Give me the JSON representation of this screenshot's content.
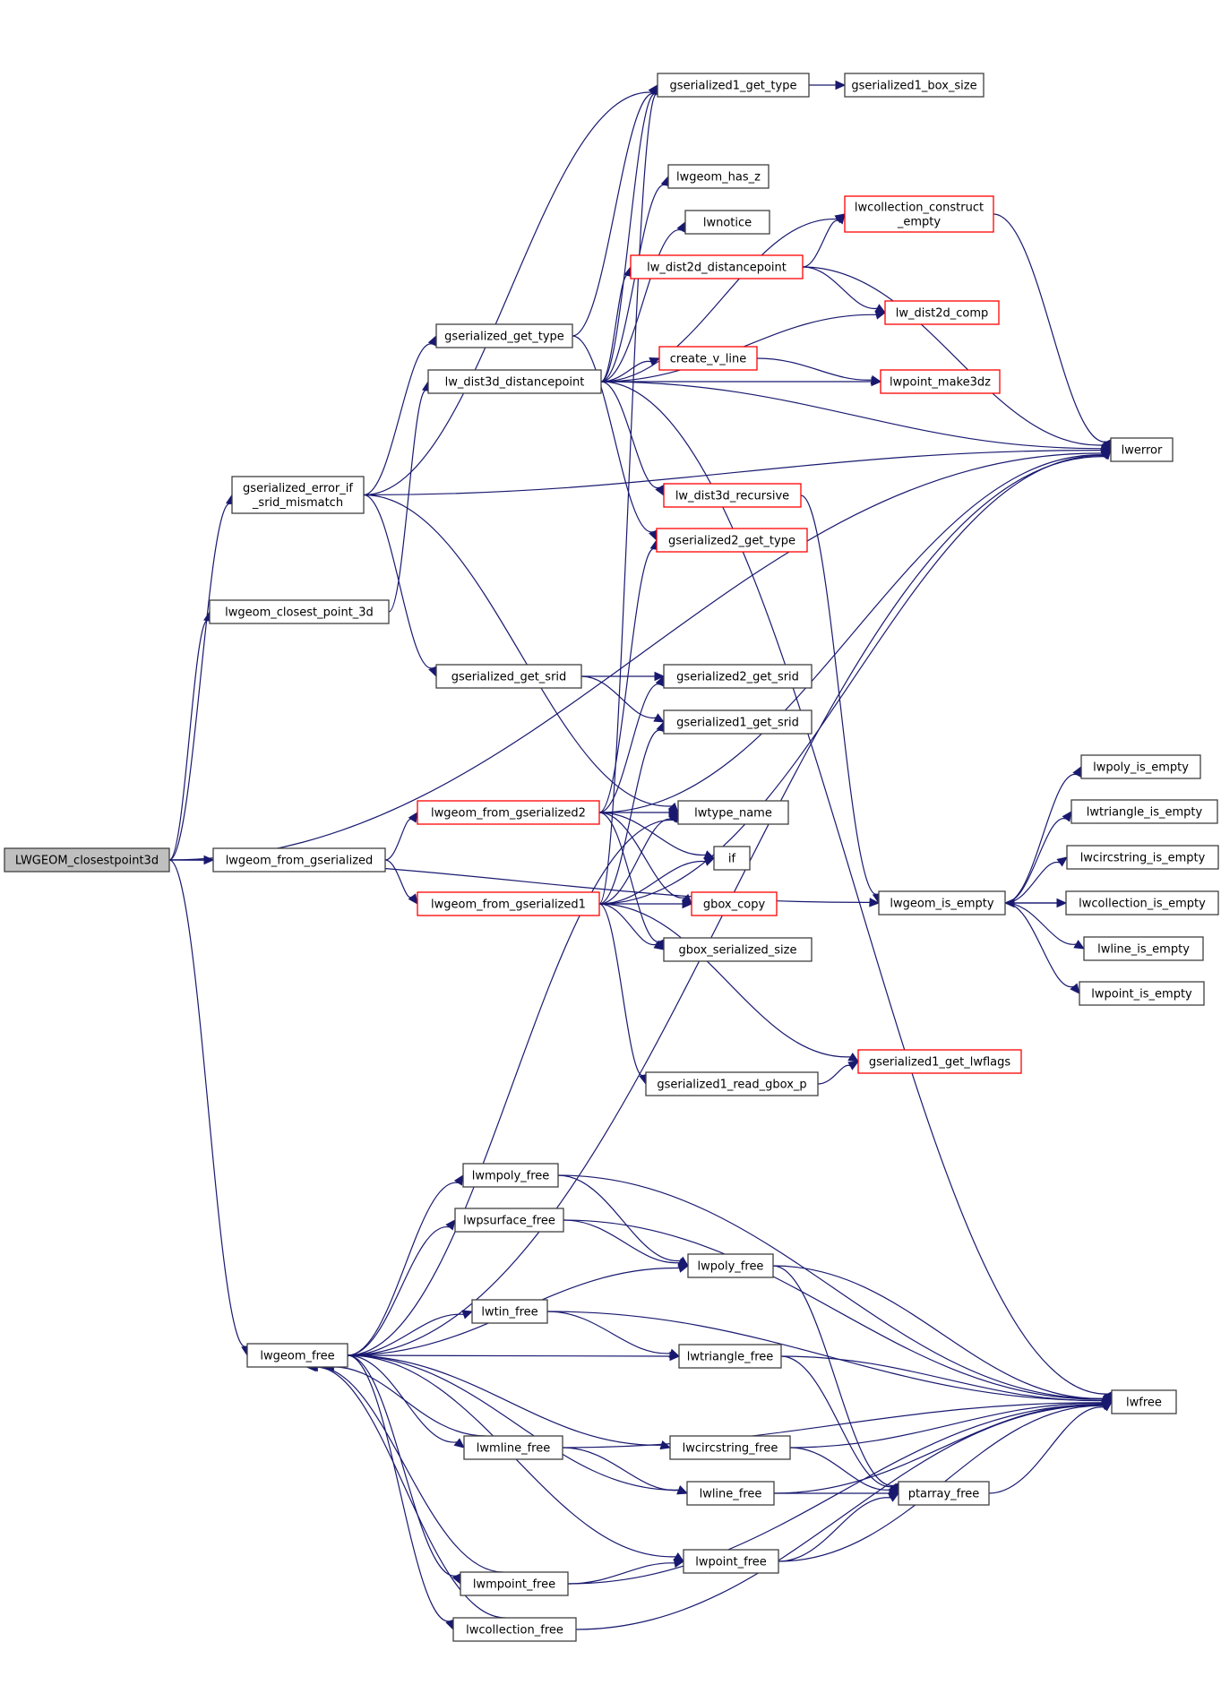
{
  "diagram": {
    "type": "call-graph",
    "colors": {
      "edge": "#191970",
      "node_border": "#404040",
      "incomplete_node_border": "#ff0000",
      "root_fill": "#bfbfbf",
      "node_fill": "#ffffff"
    },
    "nodes": [
      {
        "id": "root",
        "label": [
          "LWGEOM_closestpoint3d"
        ],
        "style": "root"
      },
      {
        "id": "gerr",
        "label": [
          "gserialized_error_if",
          "_srid_mismatch"
        ],
        "style": "normal"
      },
      {
        "id": "lcp3d",
        "label": [
          "lwgeom_closest_point_3d"
        ],
        "style": "normal"
      },
      {
        "id": "lfg",
        "label": [
          "lwgeom_from_gserialized"
        ],
        "style": "normal"
      },
      {
        "id": "lfree",
        "label": [
          "lwgeom_free"
        ],
        "style": "normal"
      },
      {
        "id": "g1type",
        "label": [
          "gserialized1_get_type"
        ],
        "style": "normal"
      },
      {
        "id": "g1box",
        "label": [
          "gserialized1_box_size"
        ],
        "style": "normal"
      },
      {
        "id": "hasz",
        "label": [
          "lwgeom_has_z"
        ],
        "style": "normal"
      },
      {
        "id": "lwnotice",
        "label": [
          "lwnotice"
        ],
        "style": "normal"
      },
      {
        "id": "lcce",
        "label": [
          "lwcollection_construct",
          "_empty"
        ],
        "style": "red"
      },
      {
        "id": "ld2dp",
        "label": [
          "lw_dist2d_distancepoint"
        ],
        "style": "red"
      },
      {
        "id": "ld2c",
        "label": [
          "lw_dist2d_comp"
        ],
        "style": "red"
      },
      {
        "id": "ggtype",
        "label": [
          "gserialized_get_type"
        ],
        "style": "normal"
      },
      {
        "id": "ld3dp",
        "label": [
          "lw_dist3d_distancepoint"
        ],
        "style": "normal"
      },
      {
        "id": "cvl",
        "label": [
          "create_v_line"
        ],
        "style": "red"
      },
      {
        "id": "lpm3",
        "label": [
          "lwpoint_make3dz"
        ],
        "style": "red"
      },
      {
        "id": "lwerror",
        "label": [
          "lwerror"
        ],
        "style": "normal"
      },
      {
        "id": "ld3r",
        "label": [
          "lw_dist3d_recursive"
        ],
        "style": "red"
      },
      {
        "id": "g2type",
        "label": [
          "gserialized2_get_type"
        ],
        "style": "red"
      },
      {
        "id": "ggsrid",
        "label": [
          "gserialized_get_srid"
        ],
        "style": "normal"
      },
      {
        "id": "g2srid",
        "label": [
          "gserialized2_get_srid"
        ],
        "style": "normal"
      },
      {
        "id": "g1srid",
        "label": [
          "gserialized1_get_srid"
        ],
        "style": "normal"
      },
      {
        "id": "lfg2",
        "label": [
          "lwgeom_from_gserialized2"
        ],
        "style": "red"
      },
      {
        "id": "lwtn",
        "label": [
          "lwtype_name"
        ],
        "style": "normal"
      },
      {
        "id": "if",
        "label": [
          "if"
        ],
        "style": "normal"
      },
      {
        "id": "lfg1",
        "label": [
          "lwgeom_from_gserialized1"
        ],
        "style": "red"
      },
      {
        "id": "gbc",
        "label": [
          "gbox_copy"
        ],
        "style": "red"
      },
      {
        "id": "gbss",
        "label": [
          "gbox_serialized_size"
        ],
        "style": "normal"
      },
      {
        "id": "g1rgb",
        "label": [
          "gserialized1_read_gbox_p"
        ],
        "style": "normal"
      },
      {
        "id": "g1lwf",
        "label": [
          "gserialized1_get_lwflags"
        ],
        "style": "red"
      },
      {
        "id": "lie",
        "label": [
          "lwgeom_is_empty"
        ],
        "style": "normal"
      },
      {
        "id": "lpoly_ie",
        "label": [
          "lwpoly_is_empty"
        ],
        "style": "normal"
      },
      {
        "id": "ltri_ie",
        "label": [
          "lwtriangle_is_empty"
        ],
        "style": "normal"
      },
      {
        "id": "lcirc_ie",
        "label": [
          "lwcircstring_is_empty"
        ],
        "style": "normal"
      },
      {
        "id": "lcoll_ie",
        "label": [
          "lwcollection_is_empty"
        ],
        "style": "normal"
      },
      {
        "id": "lline_ie",
        "label": [
          "lwline_is_empty"
        ],
        "style": "normal"
      },
      {
        "id": "lpt_ie",
        "label": [
          "lwpoint_is_empty"
        ],
        "style": "normal"
      },
      {
        "id": "lmpolyf",
        "label": [
          "lwmpoly_free"
        ],
        "style": "normal"
      },
      {
        "id": "lpsurff",
        "label": [
          "lwpsurface_free"
        ],
        "style": "normal"
      },
      {
        "id": "lpolyf",
        "label": [
          "lwpoly_free"
        ],
        "style": "normal"
      },
      {
        "id": "ltinf",
        "label": [
          "lwtin_free"
        ],
        "style": "normal"
      },
      {
        "id": "ltrif",
        "label": [
          "lwtriangle_free"
        ],
        "style": "normal"
      },
      {
        "id": "lmlinef",
        "label": [
          "lwmline_free"
        ],
        "style": "normal"
      },
      {
        "id": "lcircf",
        "label": [
          "lwcircstring_free"
        ],
        "style": "normal"
      },
      {
        "id": "llinef",
        "label": [
          "lwline_free"
        ],
        "style": "normal"
      },
      {
        "id": "ptaf",
        "label": [
          "ptarray_free"
        ],
        "style": "normal"
      },
      {
        "id": "lptf",
        "label": [
          "lwpoint_free"
        ],
        "style": "normal"
      },
      {
        "id": "lmptf",
        "label": [
          "lwmpoint_free"
        ],
        "style": "normal"
      },
      {
        "id": "lcollf",
        "label": [
          "lwcollection_free"
        ],
        "style": "normal"
      },
      {
        "id": "lwfree",
        "label": [
          "lwfree"
        ],
        "style": "normal"
      }
    ],
    "edges": [
      [
        "root",
        "gerr"
      ],
      [
        "root",
        "lcp3d"
      ],
      [
        "root",
        "lfg"
      ],
      [
        "root",
        "lfree"
      ],
      [
        "root",
        "lwerror"
      ],
      [
        "root",
        "lie"
      ],
      [
        "gerr",
        "g1type"
      ],
      [
        "gerr",
        "ggtype"
      ],
      [
        "gerr",
        "ggsrid"
      ],
      [
        "gerr",
        "lwtn"
      ],
      [
        "gerr",
        "lwerror"
      ],
      [
        "lcp3d",
        "ld3dp"
      ],
      [
        "lfg",
        "lfg2"
      ],
      [
        "lfg",
        "lfg1"
      ],
      [
        "g1type",
        "g1box"
      ],
      [
        "ggtype",
        "g1type"
      ],
      [
        "ggtype",
        "g2type"
      ],
      [
        "ld3dp",
        "g1type"
      ],
      [
        "ld3dp",
        "hasz"
      ],
      [
        "ld3dp",
        "lwnotice"
      ],
      [
        "ld3dp",
        "lcce"
      ],
      [
        "ld3dp",
        "ld2dp"
      ],
      [
        "ld3dp",
        "ld2c"
      ],
      [
        "ld3dp",
        "cvl"
      ],
      [
        "ld3dp",
        "lpm3"
      ],
      [
        "ld3dp",
        "lwerror"
      ],
      [
        "ld3dp",
        "ld3r"
      ],
      [
        "ld3dp",
        "lwfree"
      ],
      [
        "ld2dp",
        "lcce"
      ],
      [
        "ld2dp",
        "ld2c"
      ],
      [
        "ld2dp",
        "lwerror"
      ],
      [
        "lcce",
        "lwerror"
      ],
      [
        "cvl",
        "lpm3"
      ],
      [
        "ld3r",
        "lie"
      ],
      [
        "ggsrid",
        "g2srid"
      ],
      [
        "ggsrid",
        "g1srid"
      ],
      [
        "lfg2",
        "g2type"
      ],
      [
        "lfg2",
        "g2srid"
      ],
      [
        "lfg2",
        "lwtn"
      ],
      [
        "lfg2",
        "if"
      ],
      [
        "lfg2",
        "gbc"
      ],
      [
        "lfg2",
        "gbss"
      ],
      [
        "lfg2",
        "lwerror"
      ],
      [
        "lfg1",
        "g1type"
      ],
      [
        "lfg1",
        "g1srid"
      ],
      [
        "lfg1",
        "lwtn"
      ],
      [
        "lfg1",
        "if"
      ],
      [
        "lfg1",
        "gbc"
      ],
      [
        "lfg1",
        "gbss"
      ],
      [
        "lfg1",
        "g1rgb"
      ],
      [
        "lfg1",
        "g1lwf"
      ],
      [
        "lfg1",
        "lwerror"
      ],
      [
        "g1rgb",
        "g1lwf"
      ],
      [
        "lie",
        "lpoly_ie"
      ],
      [
        "lie",
        "ltri_ie"
      ],
      [
        "lie",
        "lcirc_ie"
      ],
      [
        "lie",
        "lcoll_ie"
      ],
      [
        "lie",
        "lline_ie"
      ],
      [
        "lie",
        "lpt_ie"
      ],
      [
        "lcoll_ie",
        "lie"
      ],
      [
        "lfree",
        "lwtn"
      ],
      [
        "lfree",
        "lwerror"
      ],
      [
        "lfree",
        "lmpolyf"
      ],
      [
        "lfree",
        "lpsurff"
      ],
      [
        "lfree",
        "lpolyf"
      ],
      [
        "lfree",
        "ltinf"
      ],
      [
        "lfree",
        "ltrif"
      ],
      [
        "lfree",
        "lmlinef"
      ],
      [
        "lfree",
        "lcircf"
      ],
      [
        "lfree",
        "llinef"
      ],
      [
        "lfree",
        "lptf"
      ],
      [
        "lfree",
        "lmptf"
      ],
      [
        "lfree",
        "lcollf"
      ],
      [
        "lmpolyf",
        "lpolyf"
      ],
      [
        "lmpolyf",
        "lwfree"
      ],
      [
        "lpsurff",
        "lpolyf"
      ],
      [
        "lpsurff",
        "lwfree"
      ],
      [
        "lpolyf",
        "ptaf"
      ],
      [
        "lpolyf",
        "lwfree"
      ],
      [
        "ltinf",
        "ltrif"
      ],
      [
        "ltinf",
        "lwfree"
      ],
      [
        "ltrif",
        "ptaf"
      ],
      [
        "ltrif",
        "lwfree"
      ],
      [
        "lmlinef",
        "llinef"
      ],
      [
        "lmlinef",
        "lwfree"
      ],
      [
        "lcircf",
        "ptaf"
      ],
      [
        "lcircf",
        "lwfree"
      ],
      [
        "llinef",
        "ptaf"
      ],
      [
        "llinef",
        "lwfree"
      ],
      [
        "ptaf",
        "lwfree"
      ],
      [
        "lptf",
        "ptaf"
      ],
      [
        "lptf",
        "lwfree"
      ],
      [
        "lmptf",
        "lptf"
      ],
      [
        "lmptf",
        "lwfree"
      ],
      [
        "lcollf",
        "lfree"
      ],
      [
        "lcollf",
        "lwfree"
      ],
      [
        "lmptf",
        "lfree"
      ],
      [
        "lmlinef",
        "lfree"
      ]
    ]
  }
}
